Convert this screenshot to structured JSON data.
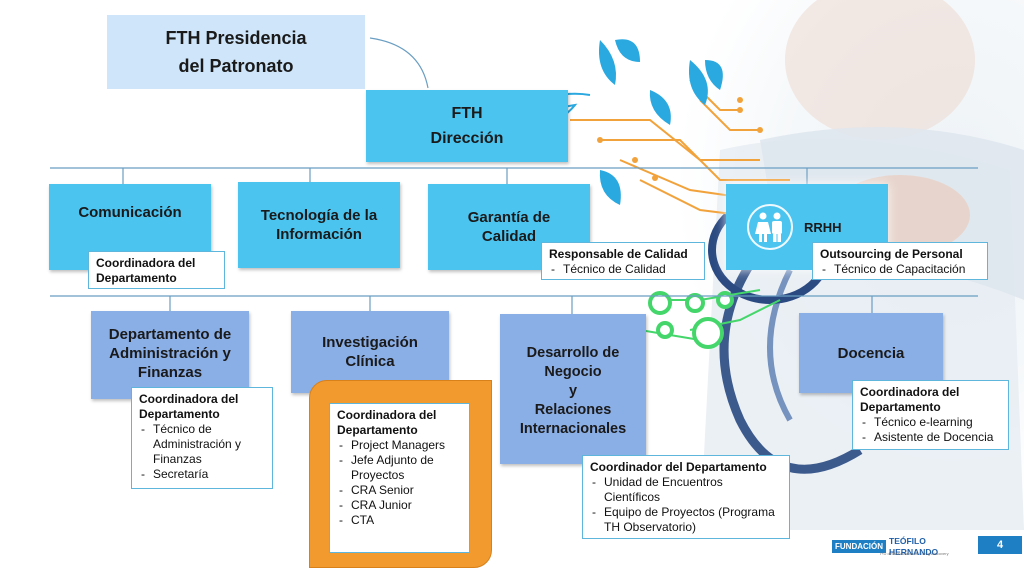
{
  "colors": {
    "cyan_box": "#4bc4f0",
    "blue_box": "#8aaee6",
    "pale_box": "#cfe6fa",
    "highlight": "#f39a2e",
    "note_border": "#5fb6dc",
    "accent_green": "#44d66a",
    "accent_orange": "#f2a23a"
  },
  "top": {
    "presidencia": {
      "line1": "FTH Presidencia",
      "line2": "del Patronato"
    },
    "direccion": {
      "line1": "FTH",
      "line2": "Dirección"
    }
  },
  "row1": {
    "comunicacion": {
      "title": "Comunicación",
      "note": {
        "heading": "Coordinadora del Departamento"
      }
    },
    "tecnologia": {
      "line1": "Tecnología de la",
      "line2": "Información"
    },
    "garantia": {
      "line1": "Garantía de",
      "line2": "Calidad",
      "note": {
        "heading": "Responsable de Calidad",
        "items": [
          "Técnico de Calidad"
        ]
      }
    },
    "rrhh": {
      "title": "RRHH",
      "icon": "people-icon",
      "note": {
        "heading": "Outsourcing de Personal",
        "items": [
          "Técnico de Capacitación"
        ]
      }
    }
  },
  "row2": {
    "administracion": {
      "line1": "Departamento de",
      "line2": "Administración y",
      "line3": "Finanzas",
      "note": {
        "heading": "Coordinadora del Departamento",
        "items": [
          "Técnico de Administración y Finanzas",
          "Secretaría"
        ]
      }
    },
    "investigacion": {
      "line1": "Investigación",
      "line2": "Clínica",
      "note": {
        "heading": "Coordinadora del Departamento",
        "items": [
          "Project Managers",
          "Jefe Adjunto de Proyectos",
          "CRA Senior",
          "CRA Junior",
          "CTA"
        ]
      }
    },
    "desarrollo": {
      "line1": "Desarrollo de",
      "line2": "Negocio",
      "line3": "y",
      "line4": "Relaciones",
      "line5": "Internacionales",
      "note": {
        "heading": "Coordinador del Departamento",
        "items": [
          "Unidad de Encuentros Científicos",
          "Equipo de Proyectos (Programa TH Observatorio)"
        ]
      }
    },
    "docencia": {
      "title": "Docencia",
      "note": {
        "heading": "Coordinadora del Departamento",
        "items": [
          "Técnico e-learning",
          "Asistente de Docencia"
        ]
      }
    }
  },
  "footer": {
    "logo_block": "FUNDACIÓN",
    "logo_text": "TEÓFILO HERNANDO",
    "logo_sub": "I+D del Medicamento / Drug Discovery",
    "page": "4"
  }
}
